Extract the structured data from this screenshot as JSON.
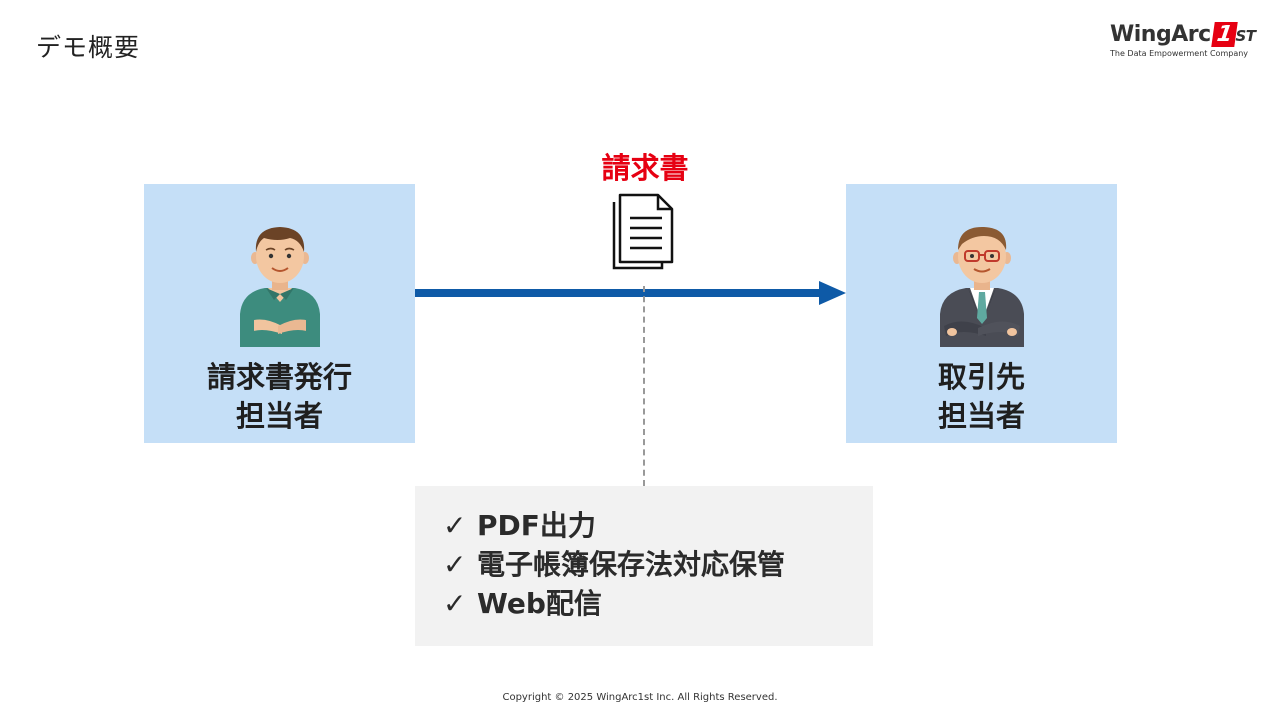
{
  "slide": {
    "title": "デモ概要",
    "copyright": "Copyright © 2025 WingArc1st Inc.  All Rights Reserved."
  },
  "logo": {
    "brand_main": "WingArc",
    "brand_one": "1",
    "brand_st": "ST",
    "tagline": "The Data Empowerment Company"
  },
  "document": {
    "label": "請求書",
    "icon": "document-icon"
  },
  "issuer": {
    "label_line1": "請求書発行",
    "label_line2": "担当者",
    "icon": "person-casual-icon"
  },
  "recipient": {
    "label_line1": "取引先",
    "label_line2": "担当者",
    "icon": "person-businessman-icon"
  },
  "features": {
    "check_symbol": "✓",
    "items": [
      {
        "label": "PDF出力"
      },
      {
        "label": "電子帳簿保存法対応保管"
      },
      {
        "label": "Web配信"
      }
    ]
  },
  "colors": {
    "box_blue": "#c5dff7",
    "arrow_blue": "#0e5aa7",
    "accent_red": "#e60012",
    "feature_bg": "#f2f2f2"
  }
}
